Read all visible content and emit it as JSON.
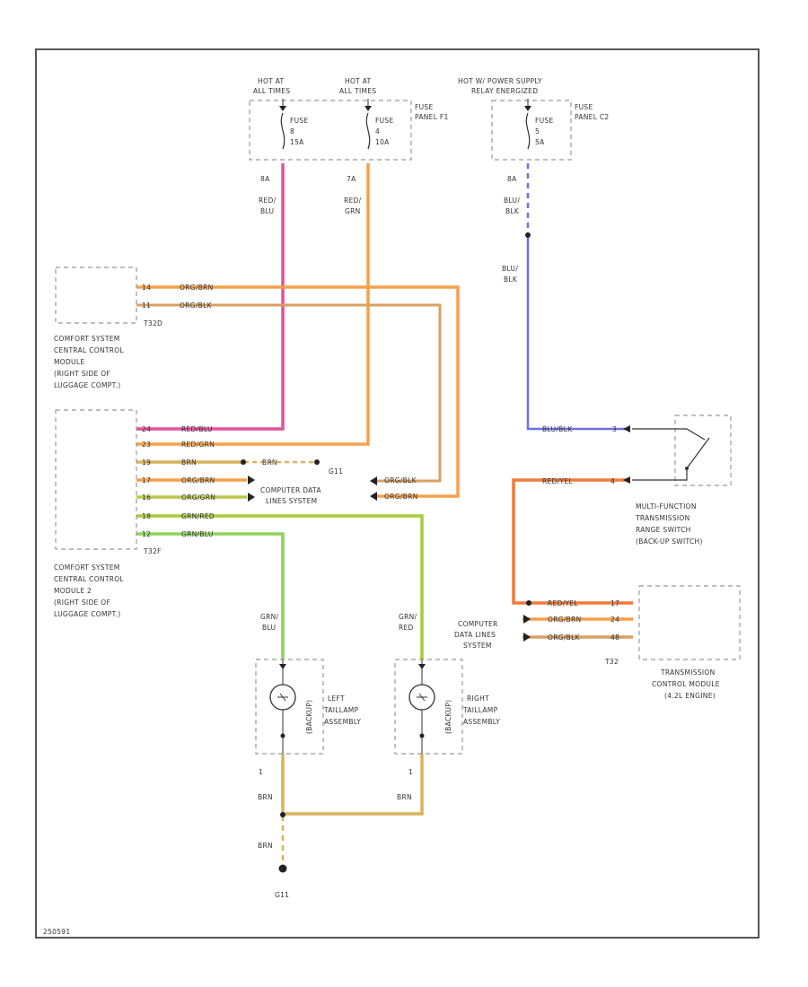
{
  "power": {
    "hot1_line1": "HOT AT",
    "hot1_line2": "ALL TIMES",
    "hot2_line1": "HOT AT",
    "hot2_line2": "ALL TIMES",
    "hot3_line1": "HOT W/ POWER SUPPLY",
    "hot3_line2": "RELAY ENERGIZED",
    "fuse1_name": "FUSE",
    "fuse1_num": "8",
    "fuse1_amp": "15A",
    "fuse2_name": "FUSE",
    "fuse2_num": "4",
    "fuse2_amp": "10A",
    "fuse3_name": "FUSE",
    "fuse3_num": "5",
    "fuse3_amp": "5A",
    "panel_f1_l1": "FUSE",
    "panel_f1_l2": "PANEL F1",
    "panel_c2_l1": "FUSE",
    "panel_c2_l2": "PANEL C2"
  },
  "wires": {
    "w1_pin": "8A",
    "w1_c1": "RED/",
    "w1_c2": "BLU",
    "w2_pin": "7A",
    "w2_c1": "RED/",
    "w2_c2": "GRN",
    "w3_pin": "8A",
    "w3_c1": "BLU/",
    "w3_c2": "BLK",
    "w3b_c1": "BLU/",
    "w3b_c2": "BLK"
  },
  "ccm1": {
    "pin_a": "14",
    "pin_b": "11",
    "wire_a": "ORG/BRN",
    "wire_b": "ORG/BLK",
    "connector": "T32D",
    "label": [
      "COMFORT SYSTEM",
      "CENTRAL CONTROL",
      "MODULE",
      "(RIGHT SIDE OF",
      "LUGGAGE COMPT.)"
    ]
  },
  "ccm2": {
    "pins": [
      "24",
      "23",
      "19",
      "17",
      "16",
      "18",
      "12"
    ],
    "wires": [
      "RED/BLU",
      "RED/GRN",
      "BRN",
      "ORG/BRN",
      "ORG/GRN",
      "GRN/RED",
      "GRN/BLU"
    ],
    "connector": "T32F",
    "label": [
      "COMFORT SYSTEM",
      "CENTRAL CONTROL",
      "MODULE 2",
      "(RIGHT SIDE OF",
      "LUGGAGE COMPT.)"
    ]
  },
  "mid": {
    "brn_label": "BRN",
    "g_label": "G11",
    "cds_l1": "COMPUTER DATA",
    "cds_l2": "LINES SYSTEM",
    "right_w1": "ORG/BLK",
    "right_w2": "ORG/BRN"
  },
  "lamps": {
    "left_wire1": "GRN/",
    "left_wire2": "BLU",
    "right_wire1": "GRN/",
    "right_wire2": "RED",
    "left_label": [
      "LEFT",
      "TAILLAMP",
      "ASSEMBLY"
    ],
    "right_label": [
      "RIGHT",
      "TAILLAMP",
      "ASSEMBLY"
    ],
    "side_text": "(BACKUP)",
    "ground_pin1": "1",
    "ground_pin2": "1",
    "gw1": "BRN",
    "gw2": "BRN",
    "gw3": "BRN",
    "ground": "G11"
  },
  "switch": {
    "wire_top": "BLU/BLK",
    "pin_top": "3",
    "wire_bot": "RED/YEL",
    "pin_bot": "4",
    "label": [
      "MULTI-FUNCTION",
      "TRANSMISSION",
      "RANGE SWITCH",
      "(BACK-UP SWITCH)"
    ]
  },
  "tcm": {
    "wires": [
      "RED/YEL",
      "ORG/BRN",
      "ORG/BLK"
    ],
    "pins": [
      "17",
      "24",
      "48"
    ],
    "connector": "T32",
    "cds_l1": "COMPUTER",
    "cds_l2": "DATA LINES",
    "cds_l3": "SYSTEM",
    "label": [
      "TRANSMISSION",
      "CONTROL MODULE",
      "(4.2L ENGINE)"
    ]
  },
  "footer": {
    "id": "250591"
  },
  "colors": {
    "red_blu": "#e0509e",
    "red_grn": "#f5a04a",
    "org_brn": "#f5a04a",
    "org_blk": "#d8a060",
    "brn": "#d9b35c",
    "grn": "#8fd35a",
    "grn_red": "#a6cc3a",
    "blu": "#6f6fe8",
    "red_yel": "#f07a3a"
  }
}
